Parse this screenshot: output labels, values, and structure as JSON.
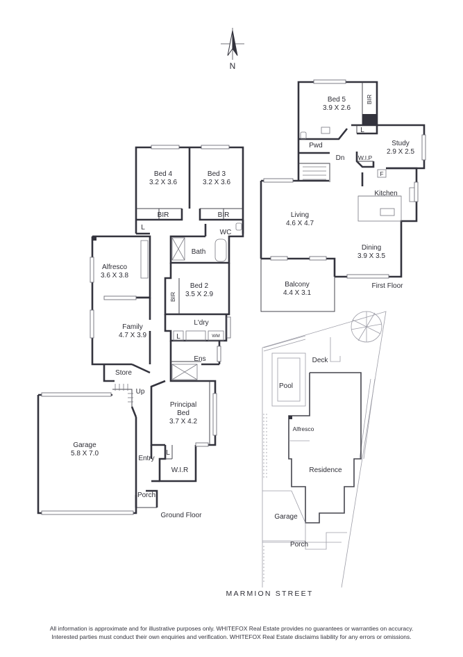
{
  "compass": {
    "label": "N"
  },
  "ground_floor": {
    "caption": "Ground Floor",
    "rooms": {
      "bed4": {
        "name": "Bed 4",
        "size": "3.2 X 3.6"
      },
      "bed3": {
        "name": "Bed 3",
        "size": "3.2 X 3.6"
      },
      "bir_bed4": {
        "name": "BIR"
      },
      "bir_bed3": {
        "name": "BIR"
      },
      "linen_upper": {
        "name": "L"
      },
      "wc": {
        "name": "WC"
      },
      "bath": {
        "name": "Bath"
      },
      "alfresco": {
        "name": "Alfresco",
        "size": "3.6 X 3.8"
      },
      "bed2": {
        "name": "Bed 2",
        "size": "3.5 X 2.9"
      },
      "bir_bed2": {
        "name": "BIR"
      },
      "family": {
        "name": "Family",
        "size": "4.7 X 3.9"
      },
      "laundry": {
        "name": "L'dry"
      },
      "linen_laundry": {
        "name": "L"
      },
      "wm": {
        "name": "WM"
      },
      "ens": {
        "name": "Ens"
      },
      "store": {
        "name": "Store"
      },
      "stair_up": {
        "name": "Up"
      },
      "principal": {
        "name": "Principal",
        "name2": "Bed",
        "size": "3.7 X 4.2"
      },
      "garage": {
        "name": "Garage",
        "size": "5.8 X 7.0"
      },
      "entry": {
        "name": "Entry"
      },
      "linen_entry": {
        "name": "L"
      },
      "wir": {
        "name": "W.I.R"
      },
      "porch": {
        "name": "Porch"
      }
    }
  },
  "first_floor": {
    "caption": "First Floor",
    "rooms": {
      "bed5": {
        "name": "Bed 5",
        "size": "3.9 X 2.6"
      },
      "bir_bed5": {
        "name": "BIR"
      },
      "linen": {
        "name": "L"
      },
      "study": {
        "name": "Study",
        "size": "2.9 X 2.5"
      },
      "pwd": {
        "name": "Pwd"
      },
      "stair_dn": {
        "name": "Dn"
      },
      "wip": {
        "name": "W.I.P"
      },
      "fridge": {
        "name": "F"
      },
      "kitchen": {
        "name": "Kitchen"
      },
      "living": {
        "name": "Living",
        "size": "4.6 X 4.7"
      },
      "dining": {
        "name": "Dining",
        "size": "3.9 X 3.5"
      },
      "balcony": {
        "name": "Balcony",
        "size": "4.4 X 3.1"
      }
    }
  },
  "site_plan": {
    "street": "MARMION STREET",
    "labels": {
      "deck": "Deck",
      "pool": "Pool",
      "alfresco": "Alfresco",
      "residence": "Residence",
      "garage": "Garage",
      "porch": "Porch"
    }
  },
  "disclaimer": {
    "line1": "All information is approximate and for illustrative purposes only. WHITEFOX Real Estate provides no guarantees or warranties on accuracy.",
    "line2": "Interested parties must conduct their own enquiries and verification. WHITEFOX Real Estate disclaims liability for any errors or omissions."
  }
}
